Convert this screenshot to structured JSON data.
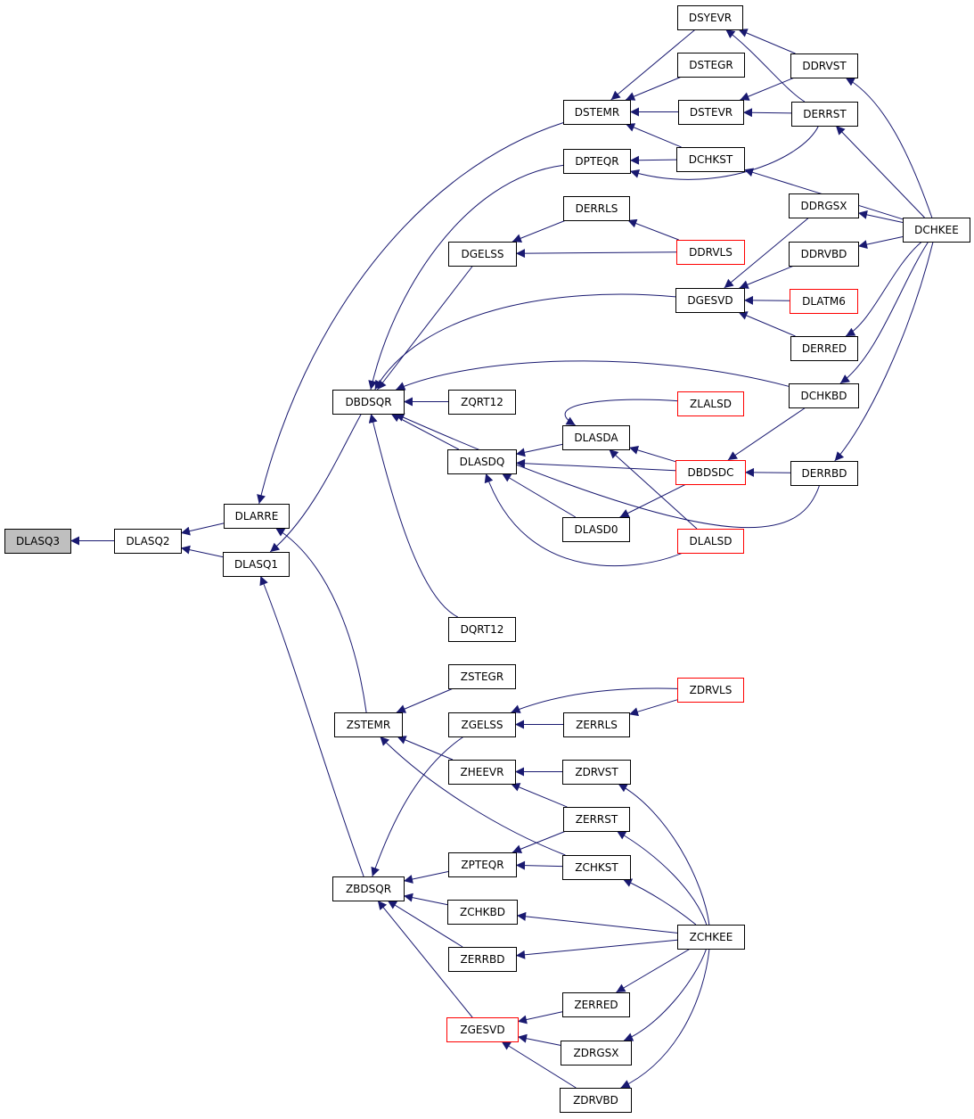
{
  "diagram": {
    "root": "DLASQ3",
    "colors": {
      "edge": "#191970",
      "node_border": "#000000",
      "truncated_node_border": "#ff0000",
      "root_fill": "#bfbfbf",
      "background": "#ffffff"
    },
    "nodes": [
      {
        "id": "DLASQ3",
        "label": "DLASQ3",
        "root": true
      },
      {
        "id": "DLASQ2",
        "label": "DLASQ2"
      },
      {
        "id": "DLARRE",
        "label": "DLARRE"
      },
      {
        "id": "DLASQ1",
        "label": "DLASQ1"
      },
      {
        "id": "DBDSQR",
        "label": "DBDSQR"
      },
      {
        "id": "ZSTEMR",
        "label": "ZSTEMR"
      },
      {
        "id": "ZBDSQR",
        "label": "ZBDSQR"
      },
      {
        "id": "DSTEMR",
        "label": "DSTEMR"
      },
      {
        "id": "DPTEQR",
        "label": "DPTEQR"
      },
      {
        "id": "DERRLS",
        "label": "DERRLS"
      },
      {
        "id": "DGELSS",
        "label": "DGELSS"
      },
      {
        "id": "ZQRT12",
        "label": "ZQRT12"
      },
      {
        "id": "DLASDA",
        "label": "DLASDA"
      },
      {
        "id": "DLASDQ",
        "label": "DLASDQ"
      },
      {
        "id": "DLASD0",
        "label": "DLASD0"
      },
      {
        "id": "DQRT12",
        "label": "DQRT12"
      },
      {
        "id": "ZSTEGR",
        "label": "ZSTEGR"
      },
      {
        "id": "ZGELSS",
        "label": "ZGELSS"
      },
      {
        "id": "ZERRLS",
        "label": "ZERRLS"
      },
      {
        "id": "ZHEEVR",
        "label": "ZHEEVR"
      },
      {
        "id": "ZDRVST",
        "label": "ZDRVST"
      },
      {
        "id": "ZERRST",
        "label": "ZERRST"
      },
      {
        "id": "ZPTEQR",
        "label": "ZPTEQR"
      },
      {
        "id": "ZCHKST",
        "label": "ZCHKST"
      },
      {
        "id": "ZCHKBD",
        "label": "ZCHKBD"
      },
      {
        "id": "ZERRBD",
        "label": "ZERRBD"
      },
      {
        "id": "ZERRED",
        "label": "ZERRED"
      },
      {
        "id": "ZGESVD",
        "label": "ZGESVD",
        "truncated": true
      },
      {
        "id": "ZDRGSX",
        "label": "ZDRGSX"
      },
      {
        "id": "ZDRVBD",
        "label": "ZDRVBD"
      },
      {
        "id": "DSYEVR",
        "label": "DSYEVR"
      },
      {
        "id": "DSTEGR",
        "label": "DSTEGR"
      },
      {
        "id": "DSTEVR",
        "label": "DSTEVR"
      },
      {
        "id": "DCHKST",
        "label": "DCHKST"
      },
      {
        "id": "DDRVLS",
        "label": "DDRVLS",
        "truncated": true
      },
      {
        "id": "DGESVD",
        "label": "DGESVD"
      },
      {
        "id": "ZLALSD",
        "label": "ZLALSD",
        "truncated": true
      },
      {
        "id": "DBDSDC",
        "label": "DBDSDC",
        "truncated": true
      },
      {
        "id": "DLALSD",
        "label": "DLALSD",
        "truncated": true
      },
      {
        "id": "ZDRVLS",
        "label": "ZDRVLS",
        "truncated": true
      },
      {
        "id": "ZCHKEE",
        "label": "ZCHKEE"
      },
      {
        "id": "DDRVST",
        "label": "DDRVST"
      },
      {
        "id": "DERRST",
        "label": "DERRST"
      },
      {
        "id": "DDRGSX",
        "label": "DDRGSX"
      },
      {
        "id": "DDRVBD",
        "label": "DDRVBD"
      },
      {
        "id": "DLATM6",
        "label": "DLATM6",
        "truncated": true
      },
      {
        "id": "DERRED",
        "label": "DERRED"
      },
      {
        "id": "DCHKBD",
        "label": "DCHKBD"
      },
      {
        "id": "DERRBD",
        "label": "DERRBD"
      },
      {
        "id": "DCHKEE",
        "label": "DCHKEE"
      }
    ],
    "edges": [
      [
        "DLASQ2",
        "DLASQ3"
      ],
      [
        "DLARRE",
        "DLASQ2"
      ],
      [
        "DLASQ1",
        "DLASQ2"
      ],
      [
        "DSTEMR",
        "DLARRE"
      ],
      [
        "ZSTEMR",
        "DLARRE"
      ],
      [
        "DBDSQR",
        "DLASQ1"
      ],
      [
        "ZBDSQR",
        "DLASQ1"
      ],
      [
        "DSYEVR",
        "DSTEMR"
      ],
      [
        "DSTEGR",
        "DSTEMR"
      ],
      [
        "DSTEVR",
        "DSTEMR"
      ],
      [
        "DCHKST",
        "DSTEMR"
      ],
      [
        "DDRVST",
        "DSYEVR"
      ],
      [
        "DERRST",
        "DSYEVR"
      ],
      [
        "DDRVST",
        "DSTEVR"
      ],
      [
        "DERRST",
        "DSTEVR"
      ],
      [
        "DCHKEE",
        "DCHKST"
      ],
      [
        "DCHKEE",
        "DDRVST"
      ],
      [
        "DCHKEE",
        "DERRST"
      ],
      [
        "DPTEQR",
        "DBDSQR"
      ],
      [
        "DCHKST",
        "DPTEQR"
      ],
      [
        "DERRST",
        "DPTEQR"
      ],
      [
        "DGELSS",
        "DBDSQR"
      ],
      [
        "DERRLS",
        "DGELSS"
      ],
      [
        "DDRVLS",
        "DGELSS"
      ],
      [
        "DDRVLS",
        "DERRLS"
      ],
      [
        "DGESVD",
        "DBDSQR"
      ],
      [
        "DDRGSX",
        "DGESVD"
      ],
      [
        "DDRVBD",
        "DGESVD"
      ],
      [
        "DLATM6",
        "DGESVD"
      ],
      [
        "DERRED",
        "DGESVD"
      ],
      [
        "DCHKEE",
        "DDRGSX"
      ],
      [
        "DCHKEE",
        "DDRVBD"
      ],
      [
        "DCHKEE",
        "DERRED"
      ],
      [
        "DCHKBD",
        "DBDSQR"
      ],
      [
        "DCHKEE",
        "DCHKBD"
      ],
      [
        "ZQRT12",
        "DBDSQR"
      ],
      [
        "DLASDQ",
        "DBDSQR"
      ],
      [
        "DLASDA",
        "DLASDQ"
      ],
      [
        "DBDSDC",
        "DLASDQ"
      ],
      [
        "DLASD0",
        "DLASDQ"
      ],
      [
        "DLALSD",
        "DLASDQ"
      ],
      [
        "ZLALSD",
        "DLASDA"
      ],
      [
        "DBDSDC",
        "DLASDA"
      ],
      [
        "DLALSD",
        "DLASDA"
      ],
      [
        "DBDSDC",
        "DLASD0"
      ],
      [
        "DCHKBD",
        "DBDSDC"
      ],
      [
        "DERRBD",
        "DBDSDC"
      ],
      [
        "DCHKEE",
        "DERRBD"
      ],
      [
        "DERRBD",
        "DBDSQR"
      ],
      [
        "DQRT12",
        "DBDSQR"
      ],
      [
        "ZSTEGR",
        "ZSTEMR"
      ],
      [
        "ZHEEVR",
        "ZSTEMR"
      ],
      [
        "ZCHKST",
        "ZSTEMR"
      ],
      [
        "ZDRVST",
        "ZHEEVR"
      ],
      [
        "ZERRST",
        "ZHEEVR"
      ],
      [
        "ZGELSS",
        "ZBDSQR"
      ],
      [
        "ZERRLS",
        "ZGELSS"
      ],
      [
        "ZDRVLS",
        "ZGELSS"
      ],
      [
        "ZDRVLS",
        "ZERRLS"
      ],
      [
        "ZPTEQR",
        "ZBDSQR"
      ],
      [
        "ZERRST",
        "ZPTEQR"
      ],
      [
        "ZCHKST",
        "ZPTEQR"
      ],
      [
        "ZCHKBD",
        "ZBDSQR"
      ],
      [
        "ZERRBD",
        "ZBDSQR"
      ],
      [
        "ZGESVD",
        "ZBDSQR"
      ],
      [
        "ZERRED",
        "ZGESVD"
      ],
      [
        "ZDRGSX",
        "ZGESVD"
      ],
      [
        "ZDRVBD",
        "ZGESVD"
      ],
      [
        "ZCHKEE",
        "ZDRVST"
      ],
      [
        "ZCHKEE",
        "ZERRST"
      ],
      [
        "ZCHKEE",
        "ZCHKST"
      ],
      [
        "ZCHKEE",
        "ZCHKBD"
      ],
      [
        "ZCHKEE",
        "ZERRBD"
      ],
      [
        "ZCHKEE",
        "ZERRED"
      ],
      [
        "ZCHKEE",
        "ZDRGSX"
      ],
      [
        "ZCHKEE",
        "ZDRVBD"
      ]
    ]
  }
}
